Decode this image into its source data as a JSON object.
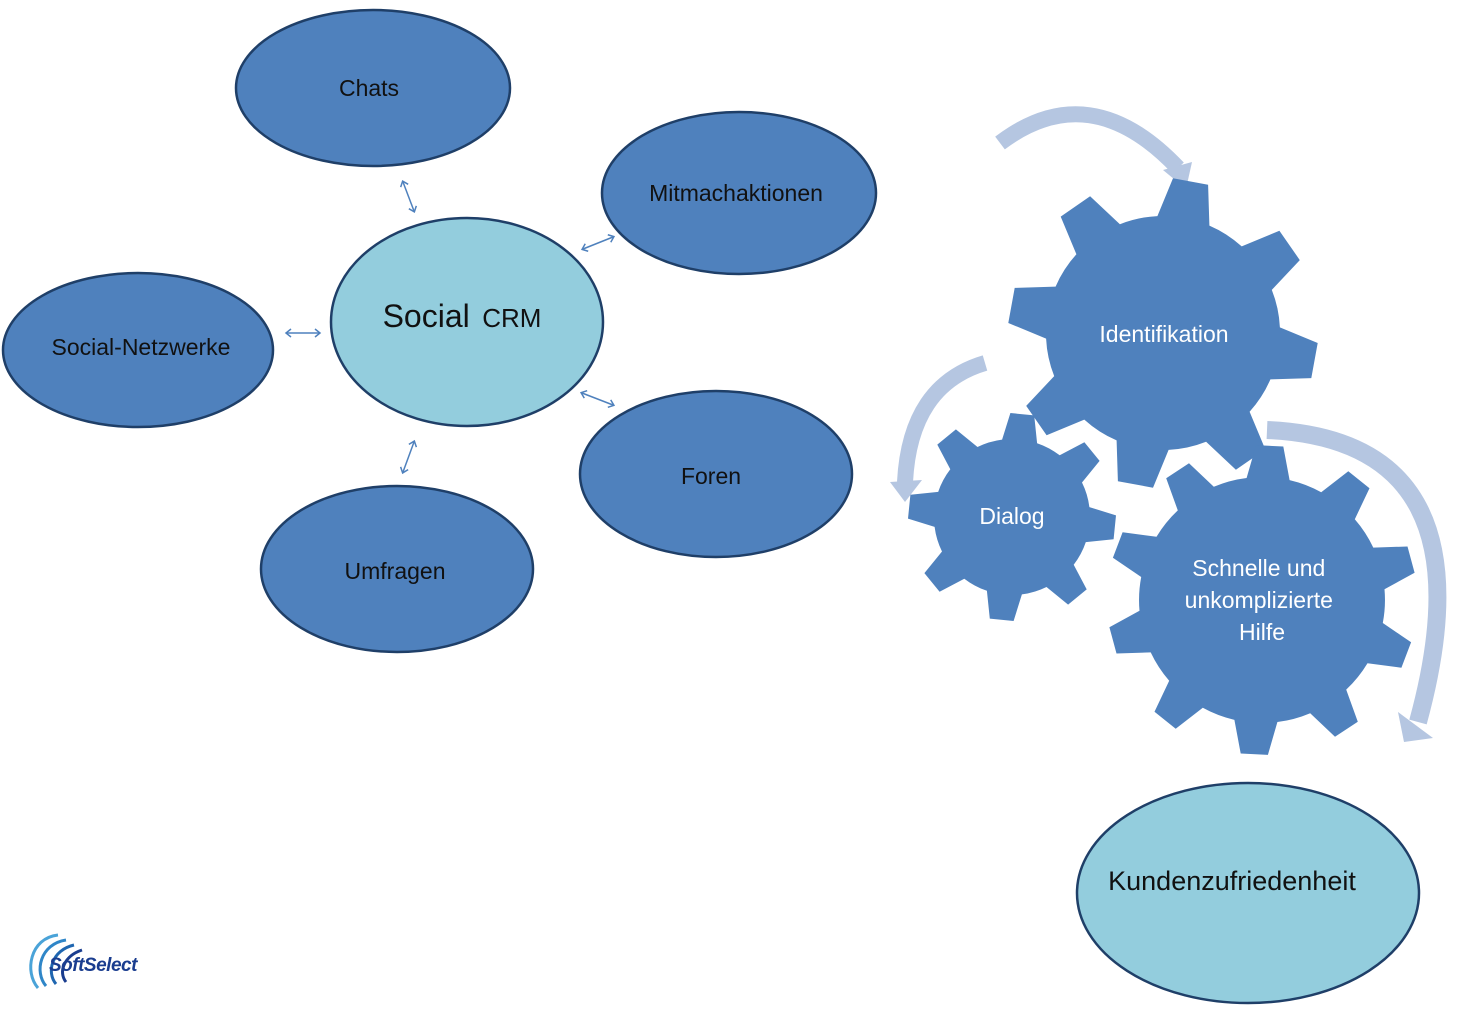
{
  "colors": {
    "node_fill": "#4f81bd",
    "node_stroke": "#1f3f68",
    "center_fill": "#93cddd",
    "connector": "#4f81bd",
    "cycle_arrow": "#b5c6e1",
    "gear_fill": "#4f81bd",
    "logo_blue": "#1a3d8f"
  },
  "center": {
    "label_main": "Social",
    "label_suffix": "CRM"
  },
  "nodes": {
    "chats": "Chats",
    "mitmachaktionen": "Mitmachaktionen",
    "social_netzwerke": "Social-Netzwerke",
    "foren": "Foren",
    "umfragen": "Umfragen"
  },
  "gears": {
    "identifikation": "Identifikation",
    "dialog": "Dialog",
    "hilfe_line1": "Schnelle und",
    "hilfe_line2": "unkomplizierte",
    "hilfe_line3": "Hilfe"
  },
  "result": {
    "label": "Kundenzufriedenheit"
  },
  "logo": {
    "text": "SoftSelect",
    "icon": "swirl-logo-icon"
  }
}
